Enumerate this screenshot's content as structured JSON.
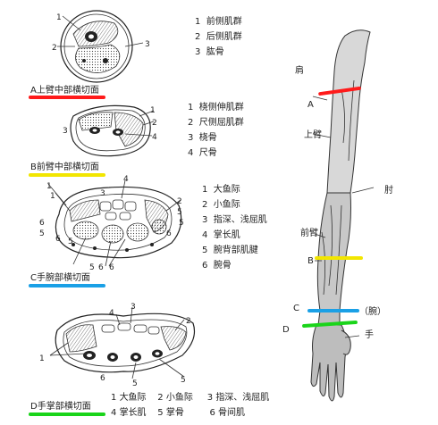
{
  "sections": [
    {
      "caption": "A上臂中部横切面",
      "highlight_color": "#ff1a1a",
      "legend": [
        {
          "num": "1",
          "text": "前侧肌群"
        },
        {
          "num": "2",
          "text": "后侧肌群"
        },
        {
          "num": "3",
          "text": "肱骨"
        }
      ]
    },
    {
      "caption": "B前臂中部横切面",
      "highlight_color": "#f2e600",
      "legend": [
        {
          "num": "1",
          "text": "桡侧伸肌群"
        },
        {
          "num": "2",
          "text": "尺侧屈肌群"
        },
        {
          "num": "3",
          "text": "桡骨"
        },
        {
          "num": "4",
          "text": "尺骨"
        }
      ]
    },
    {
      "caption": "C手腕部横切面",
      "highlight_color": "#1aa0e6",
      "legend": [
        {
          "num": "1",
          "text": "大鱼际"
        },
        {
          "num": "2",
          "text": "小鱼际"
        },
        {
          "num": "3",
          "text": "指深、浅屈肌"
        },
        {
          "num": "4",
          "text": "掌长肌"
        },
        {
          "num": "5",
          "text": "腕背部肌腱"
        },
        {
          "num": "6",
          "text": "腕骨"
        }
      ]
    },
    {
      "caption": "D手掌部横切面",
      "highlight_color": "#1ad41a",
      "legend": [
        {
          "num": "1",
          "text": "大鱼际"
        },
        {
          "num": "2",
          "text": "小鱼际"
        },
        {
          "num": "3",
          "text": "指深、浅屈肌"
        },
        {
          "num": "4",
          "text": "掌长肌"
        },
        {
          "num": "5",
          "text": "掌骨"
        },
        {
          "num": "6",
          "text": "骨间肌"
        }
      ]
    }
  ],
  "arm_labels": {
    "shoulder": "肩",
    "a": "A",
    "upper_arm": "上臂",
    "elbow": "肘",
    "forearm": "前臂",
    "b": "B",
    "c": "C",
    "wrist": "（腕）",
    "d": "D",
    "hand": "手"
  },
  "arm_highlights": {
    "a": "#ff1a1a",
    "b": "#f2e600",
    "c": "#1aa0e6",
    "d": "#1ad41a"
  },
  "callouts": {
    "a": [
      "1",
      "2",
      "3"
    ],
    "b": [
      "1",
      "2",
      "3",
      "4"
    ],
    "c": [
      "4",
      "1",
      "3",
      "2",
      "1",
      "5",
      "5",
      "6",
      "6",
      "5",
      "6",
      "5",
      "5",
      "6",
      "6"
    ],
    "d": [
      "4",
      "3",
      "2",
      "1",
      "5",
      "6",
      "5"
    ]
  }
}
